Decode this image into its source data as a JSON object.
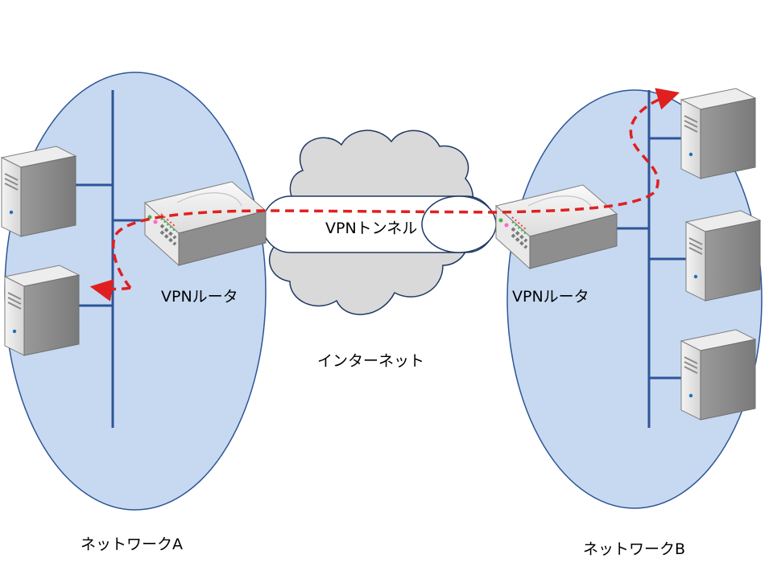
{
  "labels": {
    "network_a": "ネットワークA",
    "network_b": "ネットワークB",
    "router_a": "VPNルータ",
    "router_b": "VPNルータ",
    "tunnel": "VPNトンネル",
    "internet": "インターネット"
  },
  "colors": {
    "network_fill": "#c6d9f1",
    "network_stroke": "#2e5597",
    "bus_line": "#2e5597",
    "cloud_fill": "#d9d9d9",
    "cloud_stroke": "#203864",
    "vpn_path": "#e02020"
  },
  "icons": {
    "server": "server-icon",
    "router": "router-icon",
    "cloud": "internet-cloud-icon"
  }
}
